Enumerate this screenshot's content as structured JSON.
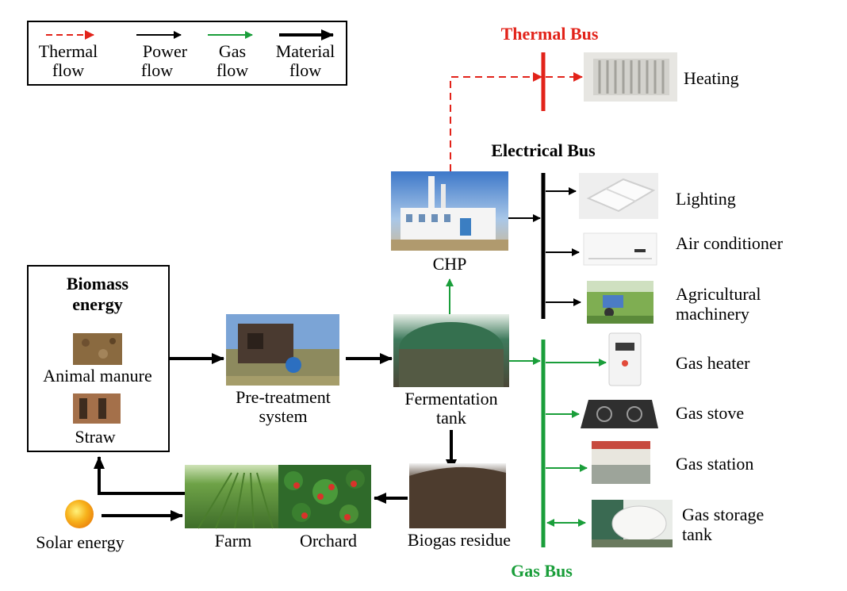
{
  "legend": {
    "thermal": [
      "Thermal",
      "flow"
    ],
    "power": [
      "Power",
      "flow"
    ],
    "gas": [
      "Gas",
      "flow"
    ],
    "material": [
      "Material",
      "flow"
    ]
  },
  "buses": {
    "thermal": "Thermal Bus",
    "electrical": "Electrical Bus",
    "gas": "Gas Bus"
  },
  "biomass": {
    "title": [
      "Biomass",
      "energy"
    ],
    "manure": "Animal manure",
    "straw": "Straw"
  },
  "nodes": {
    "pretreat": [
      "Pre-treatment",
      "system"
    ],
    "fermentation": [
      "Fermentation",
      "tank"
    ],
    "chp": "CHP",
    "residue": "Biogas residue",
    "farm": "Farm",
    "orchard": "Orchard",
    "solar": "Solar energy"
  },
  "loads": {
    "heating": "Heating",
    "lighting": "Lighting",
    "aircon": "Air conditioner",
    "agri": [
      "Agricultural",
      "machinery"
    ],
    "gasheater": "Gas heater",
    "gasstove": "Gas stove",
    "gasstation": "Gas station",
    "storage": [
      "Gas storage",
      "tank"
    ]
  },
  "colors": {
    "thermal": "#e2231a",
    "power": "#000000",
    "gas": "#1a9e3a"
  }
}
